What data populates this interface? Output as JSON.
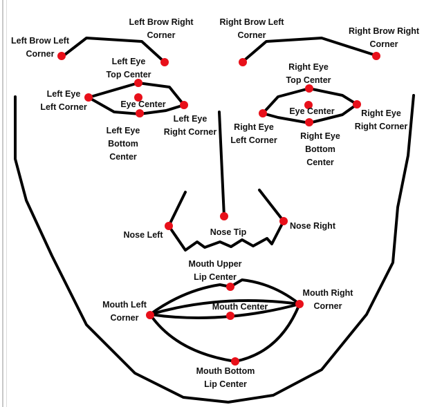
{
  "colors": {
    "outline": "#000000",
    "landmark": "#e8101a",
    "text": "#111111",
    "background": "#ffffff"
  },
  "labels": {
    "left_brow_left_corner": [
      "Left Brow Left",
      "Corner"
    ],
    "left_brow_right_corner": [
      "Left Brow Right",
      "Corner"
    ],
    "right_brow_left_corner": [
      "Right Brow Left",
      "Corner"
    ],
    "right_brow_right_corner": [
      "Right Brow Right",
      "Corner"
    ],
    "left_eye_top_center": [
      "Left Eye",
      "Top Center"
    ],
    "left_eye_left_corner": [
      "Left Eye",
      "Left Corner"
    ],
    "left_eye_center": "Eye Center",
    "left_eye_bottom_center": [
      "Left Eye",
      "Bottom",
      "Center"
    ],
    "left_eye_right_corner": [
      "Left Eye",
      "Right Corner"
    ],
    "right_eye_top_center": [
      "Right Eye",
      "Top Center"
    ],
    "right_eye_center": "Eye Center",
    "right_eye_right_corner": [
      "Right Eye",
      "Right Corner"
    ],
    "right_eye_left_corner": [
      "Right Eye",
      "Left Corner"
    ],
    "right_eye_bottom_center": [
      "Right Eye",
      "Bottom",
      "Center"
    ],
    "nose_left": "Nose Left",
    "nose_tip": "Nose Tip",
    "nose_right": "Nose Right",
    "mouth_upper_lip_center": [
      "Mouth  Upper",
      "Lip Center"
    ],
    "mouth_left_corner": [
      "Mouth Left",
      "Corner"
    ],
    "mouth_center": "Mouth  Center",
    "mouth_right_corner": [
      "Mouth Right",
      "Corner"
    ],
    "mouth_bottom_lip_center": [
      "Mouth  Bottom",
      "Lip Center"
    ]
  }
}
